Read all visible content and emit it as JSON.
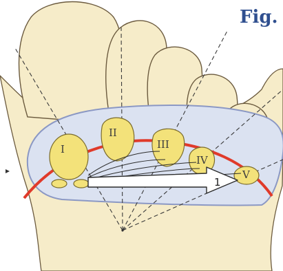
{
  "figure": {
    "title": "Fig.",
    "arrow_label": "1",
    "sesamoid_labels": [
      "I",
      "II",
      "III",
      "IV",
      "V"
    ],
    "colors": {
      "skin": "#f6ecc9",
      "skin_outline": "#6b5a3e",
      "pad": "#dbe2f1",
      "pad_outline": "#8b98c4",
      "sesamoid": "#f3e27a",
      "sesamoid_outline": "#7a6b2c",
      "arch_curve": "#e03a2a",
      "title": "#2f4f8f"
    }
  }
}
